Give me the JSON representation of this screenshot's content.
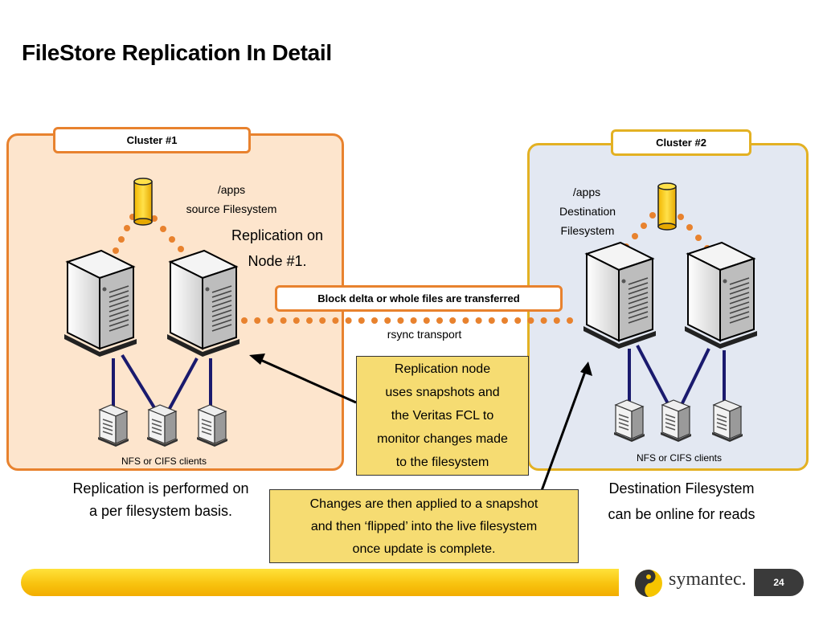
{
  "title": "FileStore Replication In Detail",
  "clusters": [
    {
      "label": "Cluster #1",
      "fs_mount": "/apps",
      "fs_name": "source Filesystem",
      "clients_label": "NFS or CIFS clients",
      "accent": "#e8822e",
      "bg": "#fde5cd"
    },
    {
      "label": "Cluster #2",
      "fs_mount": "/apps",
      "fs_name_line1": "Destination",
      "fs_name_line2": "Filesystem",
      "clients_label": "NFS or CIFS clients",
      "accent": "#e3b123",
      "bg": "#e3e8f2"
    }
  ],
  "replication_node_text": {
    "line1": "Replication on",
    "line2": "Node #1."
  },
  "transfer_banner": "Block delta or whole files are transferred",
  "transport_label": "rsync transport",
  "note_snapshots": [
    "Replication node",
    "uses snapshots and",
    "the Veritas FCL to",
    "monitor changes made",
    "to the filesystem"
  ],
  "note_flip": [
    "Changes are then applied to a snapshot",
    "and then ‘flipped’ into the live filesystem",
    "once update is complete."
  ],
  "left_caption": [
    "Replication is performed on",
    "a per filesystem basis."
  ],
  "right_caption": [
    "Destination Filesystem",
    "can be online for reads"
  ],
  "footer": {
    "brand": "symantec.",
    "page_number": "24",
    "bar_color": "#f8c30f"
  },
  "icons": {
    "storage": "cylinder-icon",
    "server": "server-tower-icon",
    "client": "client-pc-icon",
    "logo": "symantec-logo-icon"
  }
}
